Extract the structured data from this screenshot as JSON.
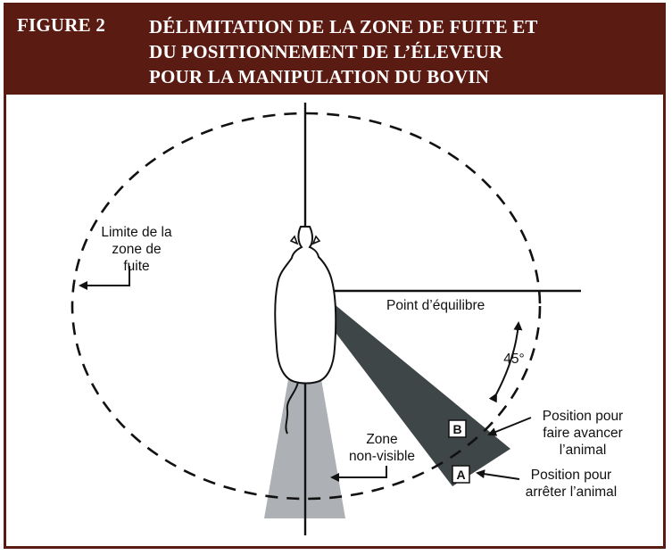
{
  "header": {
    "figure_label": "FIGURE 2",
    "title_lines": [
      "DÉLIMITATION DE LA ZONE DE FUITE ET",
      "DU POSITIONNEMENT DE L’ÉLEVEUR",
      "POUR LA MANIPULATION DU BOVIN"
    ]
  },
  "labels": {
    "flight_zone_limit": [
      "Limite de la",
      "zone de",
      "fuite"
    ],
    "balance_point": "Point d’équilibre",
    "angle": "45°",
    "non_visible_zone": [
      "Zone",
      "non-visible"
    ],
    "position_forward": [
      "Position pour",
      "faire avancer",
      "l’animal"
    ],
    "position_stop": [
      "Position pour",
      "arrêter l’animal"
    ],
    "marker_b": "B",
    "marker_a": "A"
  },
  "colors": {
    "header_bg": "#5a1b12",
    "dark_wedge": "#3f4647",
    "light_wedge": "#adb0b4"
  }
}
